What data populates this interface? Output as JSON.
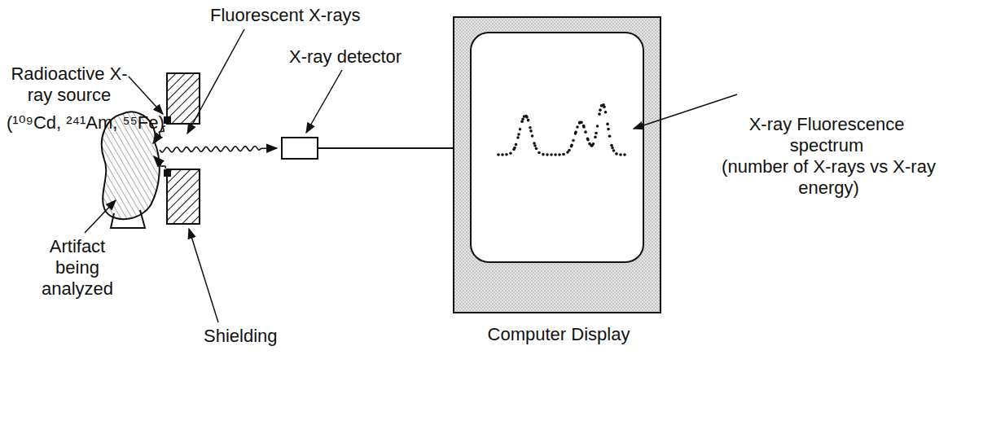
{
  "diagram": {
    "nodes": [
      {
        "text": [
          "X-ray detector"
        ]
      },
      {
        "text": [
          "Computer Display"
        ]
      }
    ],
    "edges": [
      {
        "from": 0,
        "to": 1,
        "arrow": "none"
      }
    ],
    "labels": [
      "Fluorescent X-rays",
      "Radioactive X-ray source",
      "(¹⁰⁹Cd, ²⁴¹Am, ⁵⁵Fe)",
      "Artifact being analyzed",
      "Shielding",
      "X-ray Fluorescence spectrum",
      "(number of X-rays vs X-ray energy)"
    ]
  }
}
